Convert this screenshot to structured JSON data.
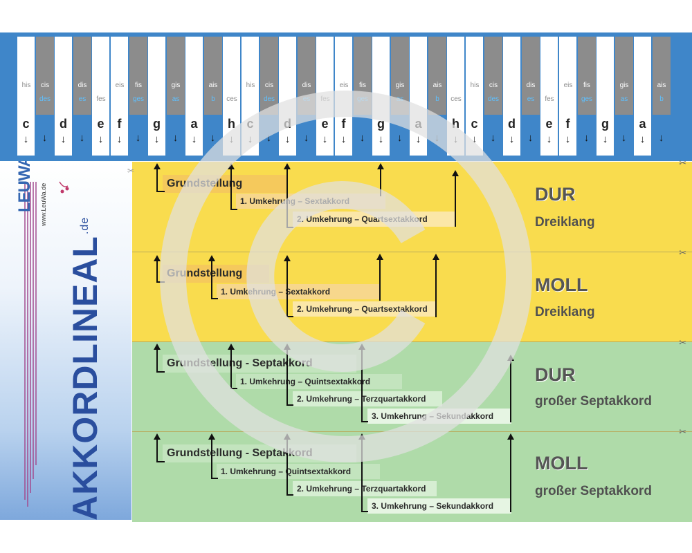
{
  "keyboard": {
    "white_keys": [
      {
        "note": "c",
        "label": ""
      },
      {
        "note": "d",
        "label": ""
      },
      {
        "note": "e",
        "label": ""
      },
      {
        "note": "f",
        "label": "fes"
      },
      {
        "note": "g",
        "label": "eis"
      },
      {
        "note": "a",
        "label": ""
      },
      {
        "note": "h",
        "label": ""
      },
      {
        "note": "c",
        "label": "his"
      },
      {
        "note": "d",
        "label": ""
      },
      {
        "note": "e",
        "label": ""
      },
      {
        "note": "f",
        "label": "fes"
      },
      {
        "note": "g",
        "label": "eis"
      },
      {
        "note": "a",
        "label": ""
      },
      {
        "note": "h",
        "label": "ces"
      },
      {
        "note": "c",
        "label": "his"
      },
      {
        "note": "d",
        "label": ""
      },
      {
        "note": "e",
        "label": ""
      },
      {
        "note": "f",
        "label": "fes"
      },
      {
        "note": "g",
        "label": "eis"
      },
      {
        "note": "a",
        "label": ""
      }
    ],
    "black_keys": [
      {
        "sharp": "cis",
        "flat": "des"
      },
      {
        "sharp": "dis",
        "flat": "es"
      },
      {
        "sharp": "fis",
        "flat": "ges"
      },
      {
        "sharp": "gis",
        "flat": "as"
      },
      {
        "sharp": "ais",
        "flat": "b"
      },
      {
        "sharp": "cis",
        "flat": "des"
      },
      {
        "sharp": "dis",
        "flat": "es"
      },
      {
        "sharp": "fis",
        "flat": "ges"
      },
      {
        "sharp": "gis",
        "flat": "as"
      },
      {
        "sharp": "ais",
        "flat": "b"
      },
      {
        "sharp": "cis",
        "flat": "des"
      },
      {
        "sharp": "dis",
        "flat": "es"
      },
      {
        "sharp": "fis",
        "flat": "ges"
      },
      {
        "sharp": "gis",
        "flat": "as"
      },
      {
        "sharp": "ais",
        "flat": "b"
      }
    ],
    "extra_labels": {
      "first_his": "his",
      "first_ces": "ces"
    },
    "arrow_glyph": "↓"
  },
  "sidebar": {
    "brand": "AKKORDLINEAL",
    "brand_tld": ".de",
    "logo": "LEUWA",
    "url": "www.LeuWa.de"
  },
  "panels": [
    {
      "title": "DUR",
      "subtitle": "Dreiklang",
      "inversions": [
        "Grundstellung",
        "1. Umkehrung – Sextakkord",
        "2. Umkehrung – Quartsextakkord"
      ]
    },
    {
      "title": "MOLL",
      "subtitle": "Dreiklang",
      "inversions": [
        "Grundstellung",
        "1. Umkehrung – Sextakkord",
        "2. Umkehrung – Quartsextakkord"
      ]
    },
    {
      "title": "DUR",
      "subtitle": "großer Septakkord",
      "inversions": [
        "Grundstellung - Septakkord",
        "1. Umkehrung – Quintsextakkord",
        "2. Umkehrung – Terzquartakkord",
        "3. Umkehrung – Sekundakkord"
      ]
    },
    {
      "title": "MOLL",
      "subtitle": "großer Septakkord",
      "inversions": [
        "Grundstellung - Septakkord",
        "1. Umkehrung – Quintsextakkord",
        "2. Umkehrung – Terzquartakkord",
        "3. Umkehrung – Sekundakkord"
      ]
    }
  ],
  "icons": {
    "scissors": "scissors-icon",
    "watermark": "copyright-watermark-icon"
  },
  "colors": {
    "keyboard_blue": "#3f86c9",
    "black_key_gray": "#8c8c8c",
    "triad_yellow": "#f9dc4e",
    "seventh_green": "#afdba9",
    "brand_blue": "#2a4e9e"
  }
}
